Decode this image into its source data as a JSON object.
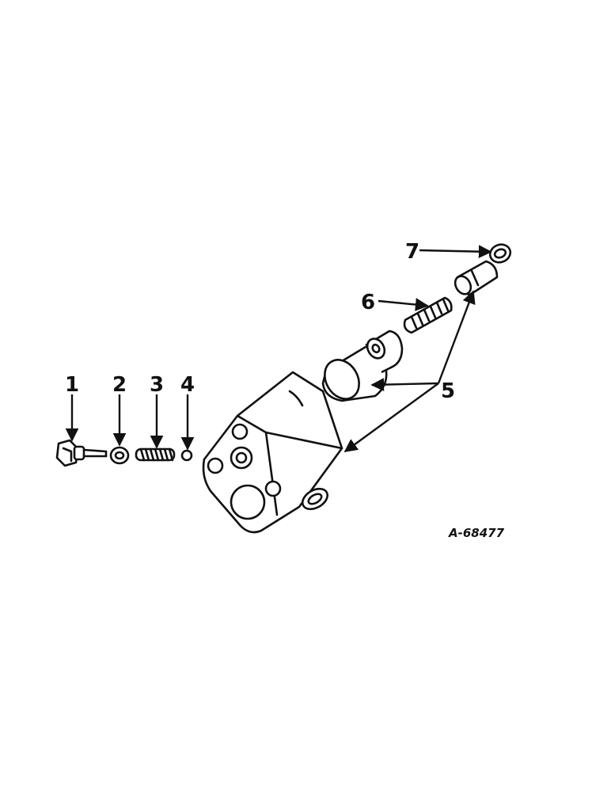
{
  "diagram": {
    "figure_ref": "A-68477",
    "callouts": [
      {
        "id": "1",
        "label": "1"
      },
      {
        "id": "2",
        "label": "2"
      },
      {
        "id": "3",
        "label": "3"
      },
      {
        "id": "4",
        "label": "4"
      },
      {
        "id": "5",
        "label": "5"
      },
      {
        "id": "6",
        "label": "6"
      },
      {
        "id": "7",
        "label": "7"
      }
    ],
    "colors": {
      "ink": "#111111",
      "paper": "#ffffff"
    }
  }
}
